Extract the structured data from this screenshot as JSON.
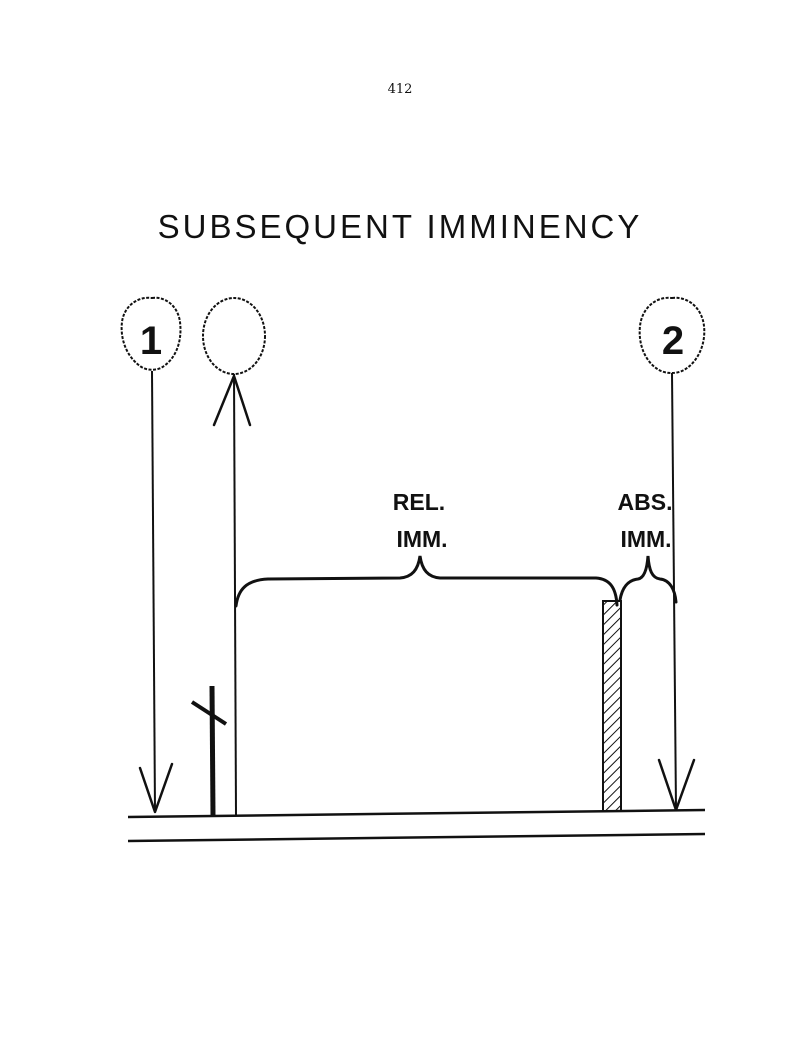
{
  "page_number": "412",
  "title": "SUBSEQUENT IMMINENCY",
  "signals": [
    {
      "label": "1"
    },
    {
      "label": ""
    },
    {
      "label": "2"
    }
  ],
  "brackets": {
    "relative": {
      "line1": "REL.",
      "line2": "IMM."
    },
    "absolute": {
      "line1": "ABS.",
      "line2": "IMM."
    }
  }
}
